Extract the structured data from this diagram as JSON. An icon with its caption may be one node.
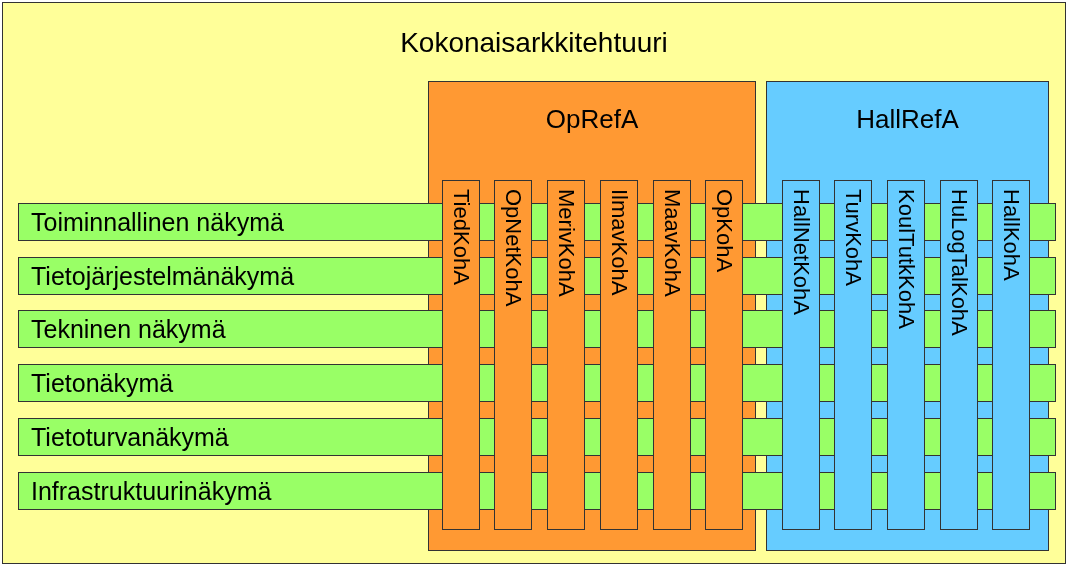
{
  "diagram": {
    "nodes": [
      {
        "text": [
          "Kokonaisarkkitehtuuri"
        ]
      },
      {
        "text": [
          "OpRefA"
        ],
        "in": 0
      },
      {
        "text": [
          "HallRefA"
        ],
        "in": 0
      },
      {
        "text": [
          "TiedKohA"
        ],
        "in": 1
      },
      {
        "text": [
          "OpNetKohA"
        ],
        "in": 1
      },
      {
        "text": [
          "MerivKohA"
        ],
        "in": 1
      },
      {
        "text": [
          "IlmavKohA"
        ],
        "in": 1
      },
      {
        "text": [
          "MaavKohA"
        ],
        "in": 1
      },
      {
        "text": [
          "OpKohA"
        ],
        "in": 1
      },
      {
        "text": [
          "HallNetKohA"
        ],
        "in": 2
      },
      {
        "text": [
          "TurvKohA"
        ],
        "in": 2
      },
      {
        "text": [
          "KoulTutkKohA"
        ],
        "in": 2
      },
      {
        "text": [
          "HuLogTalKohA"
        ],
        "in": 2
      },
      {
        "text": [
          "HallKohA"
        ],
        "in": 2
      },
      {
        "text": [
          "Toiminnallinen näkymä"
        ],
        "in": 0
      },
      {
        "text": [
          "Tietojärjestelmänäkymä"
        ],
        "in": 0
      },
      {
        "text": [
          "Tekninen näkymä"
        ],
        "in": 0
      },
      {
        "text": [
          "Tietonäkymä"
        ],
        "in": 0
      },
      {
        "text": [
          "Tietoturvanäkymä"
        ],
        "in": 0
      },
      {
        "text": [
          "Infrastruktuurinäkymä"
        ],
        "in": 0
      }
    ],
    "edges": []
  }
}
